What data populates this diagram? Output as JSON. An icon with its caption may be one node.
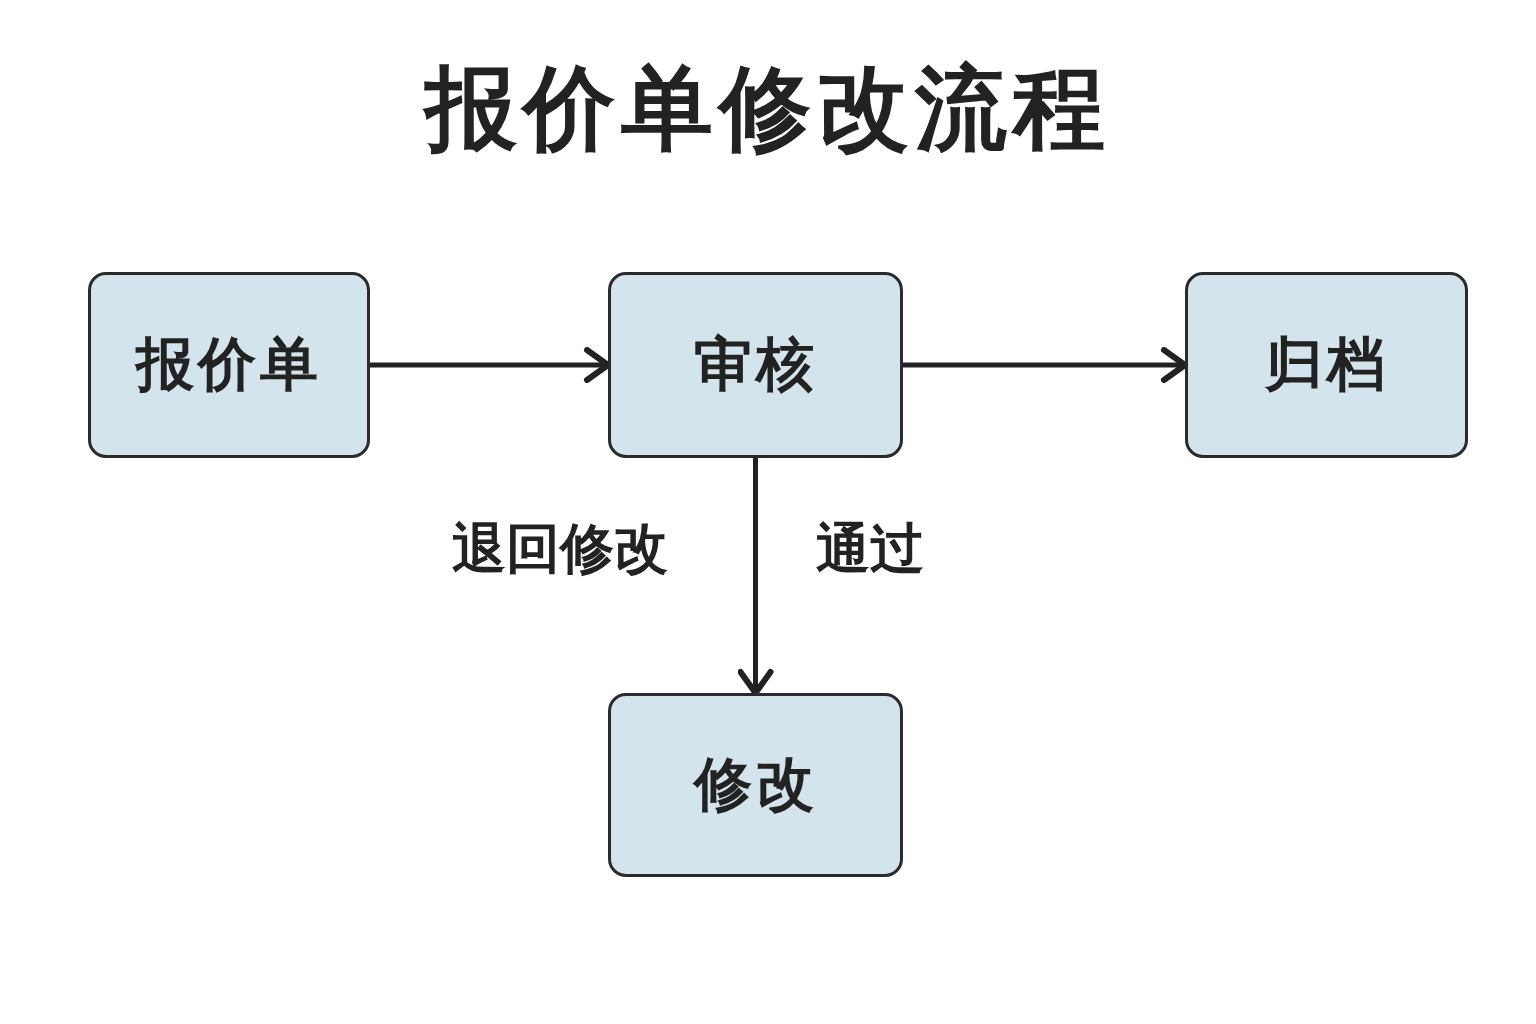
{
  "diagram": {
    "title": "报价单修改流程",
    "nodes": [
      {
        "text": [
          "报价单"
        ]
      },
      {
        "text": [
          "审核"
        ]
      },
      {
        "text": [
          "归档"
        ]
      },
      {
        "text": [
          "修改"
        ]
      }
    ],
    "edges": [
      {
        "from": 0,
        "to": 1,
        "arrow": "to"
      },
      {
        "from": 1,
        "to": 2,
        "arrow": "to"
      },
      {
        "from": 1,
        "to": 3,
        "arrow": "to",
        "label": "退回修改"
      }
    ],
    "labels": [
      "通过"
    ]
  }
}
